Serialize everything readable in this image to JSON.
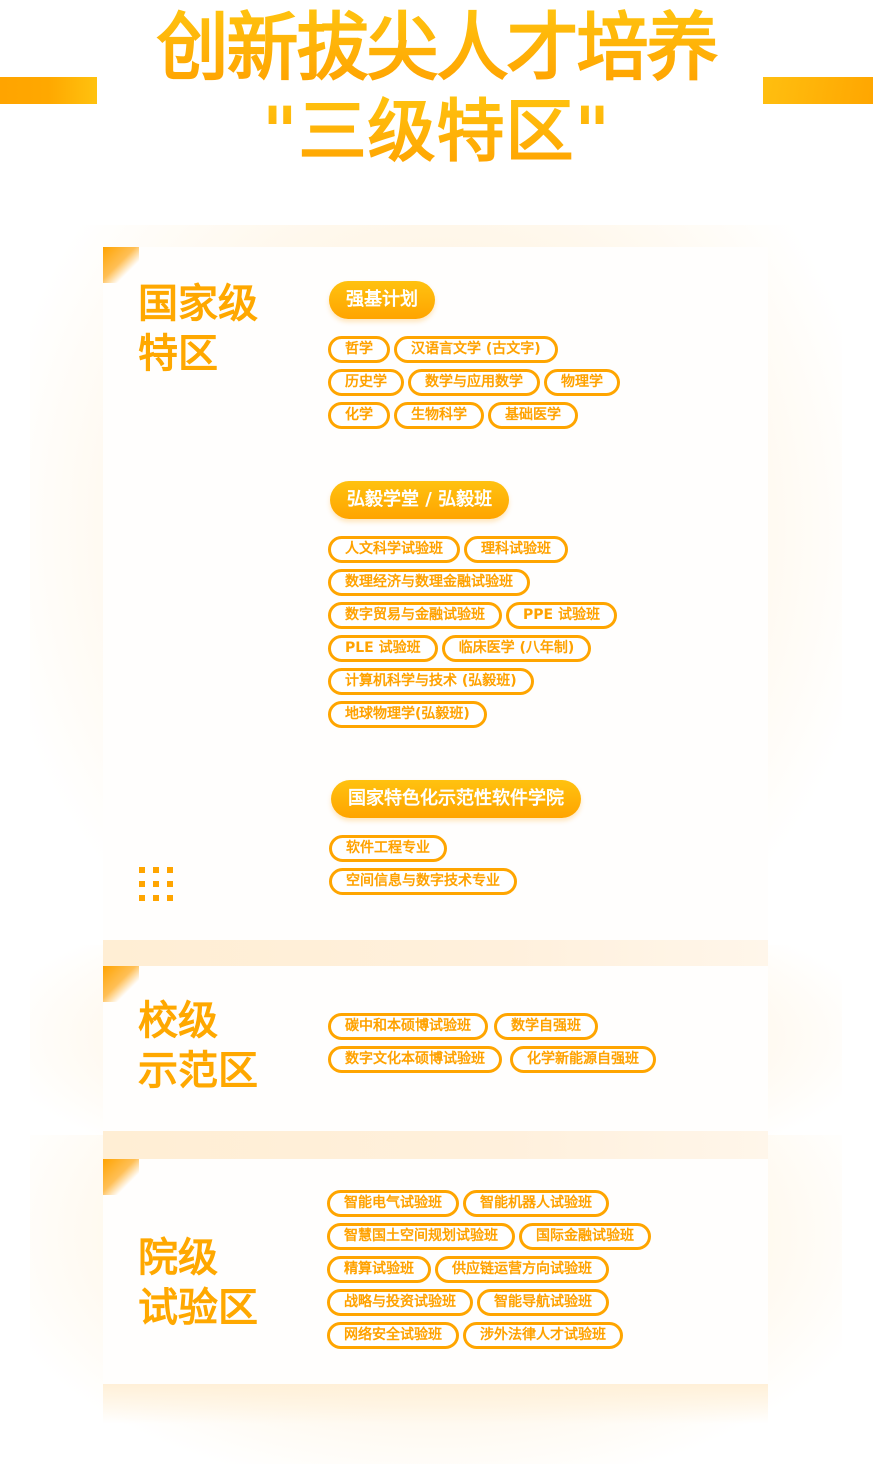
{
  "header": {
    "title_line1": "创新拔尖人才培养",
    "title_line2": "\"三级特区\""
  },
  "colors": {
    "accent": "#ffa500",
    "accent_light": "#ffc210",
    "glow": "#fff0dc"
  },
  "sections": [
    {
      "level_line1": "国家级",
      "level_line2": "特区",
      "groups": [
        {
          "title": "强基计划",
          "rows": [
            [
              "哲学",
              "汉语言文学 (古文字)"
            ],
            [
              "历史学",
              "数学与应用数学",
              "物理学"
            ],
            [
              "化学",
              "生物科学",
              "基础医学"
            ]
          ]
        },
        {
          "title": "弘毅学堂 / 弘毅班",
          "rows": [
            [
              "人文科学试验班",
              "理科试验班"
            ],
            [
              "数理经济与数理金融试验班"
            ],
            [
              "数字贸易与金融试验班",
              "PPE 试验班"
            ],
            [
              "PLE 试验班",
              "临床医学 (八年制)"
            ],
            [
              "计算机科学与技术 (弘毅班)"
            ],
            [
              "地球物理学(弘毅班)"
            ]
          ]
        },
        {
          "title": "国家特色化示范性软件学院",
          "rows": [
            [
              "软件工程专业"
            ],
            [
              "空间信息与数字技术专业"
            ]
          ]
        }
      ]
    },
    {
      "level_line1": "校级",
      "level_line2": "示范区",
      "rows": [
        [
          "碳中和本硕博试验班",
          "数学自强班"
        ],
        [
          "数字文化本硕博试验班",
          "化学新能源自强班"
        ]
      ]
    },
    {
      "level_line1": "院级",
      "level_line2": "试验区",
      "rows": [
        [
          "智能电气试验班",
          "智能机器人试验班"
        ],
        [
          "智慧国土空间规划试验班",
          "国际金融试验班"
        ],
        [
          "精算试验班",
          "供应链运营方向试验班"
        ],
        [
          "战略与投资试验班",
          "智能导航试验班"
        ],
        [
          "网络安全试验班",
          "涉外法律人才试验班"
        ]
      ]
    }
  ]
}
